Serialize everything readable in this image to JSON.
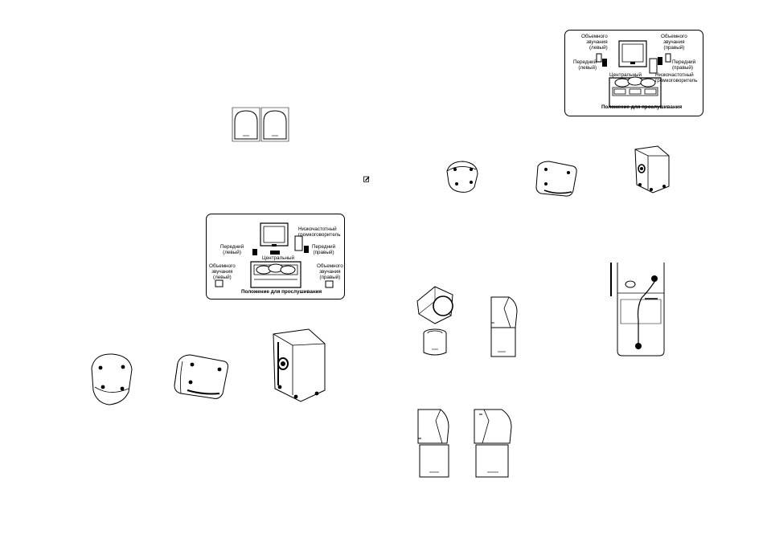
{
  "diagram_left": {
    "subwoofer": "Низкочастотный\nгромкоговоритель",
    "front_left": "Передний\n(левый)",
    "front_right": "Передний\n(правый)",
    "center": "Центральный",
    "surround_left": "Объемного\nзвучания\n(левый)",
    "surround_right": "Объемного\nзвучания\n(правый)",
    "listening": "Положение для прослушивания"
  },
  "diagram_right": {
    "surround_left": "Объемного\nзвучания\n(левый)",
    "surround_right": "Объемного\nзвучания\n(правый)",
    "front_left": "Передний\n(левый)",
    "front_right": "Передний\n(правый)",
    "center": "Центральный",
    "subwoofer": "Низкочастотный\nгромкоговоритель",
    "listening": "Положение для прослушивания"
  },
  "icons": {
    "note": "note-icon"
  }
}
